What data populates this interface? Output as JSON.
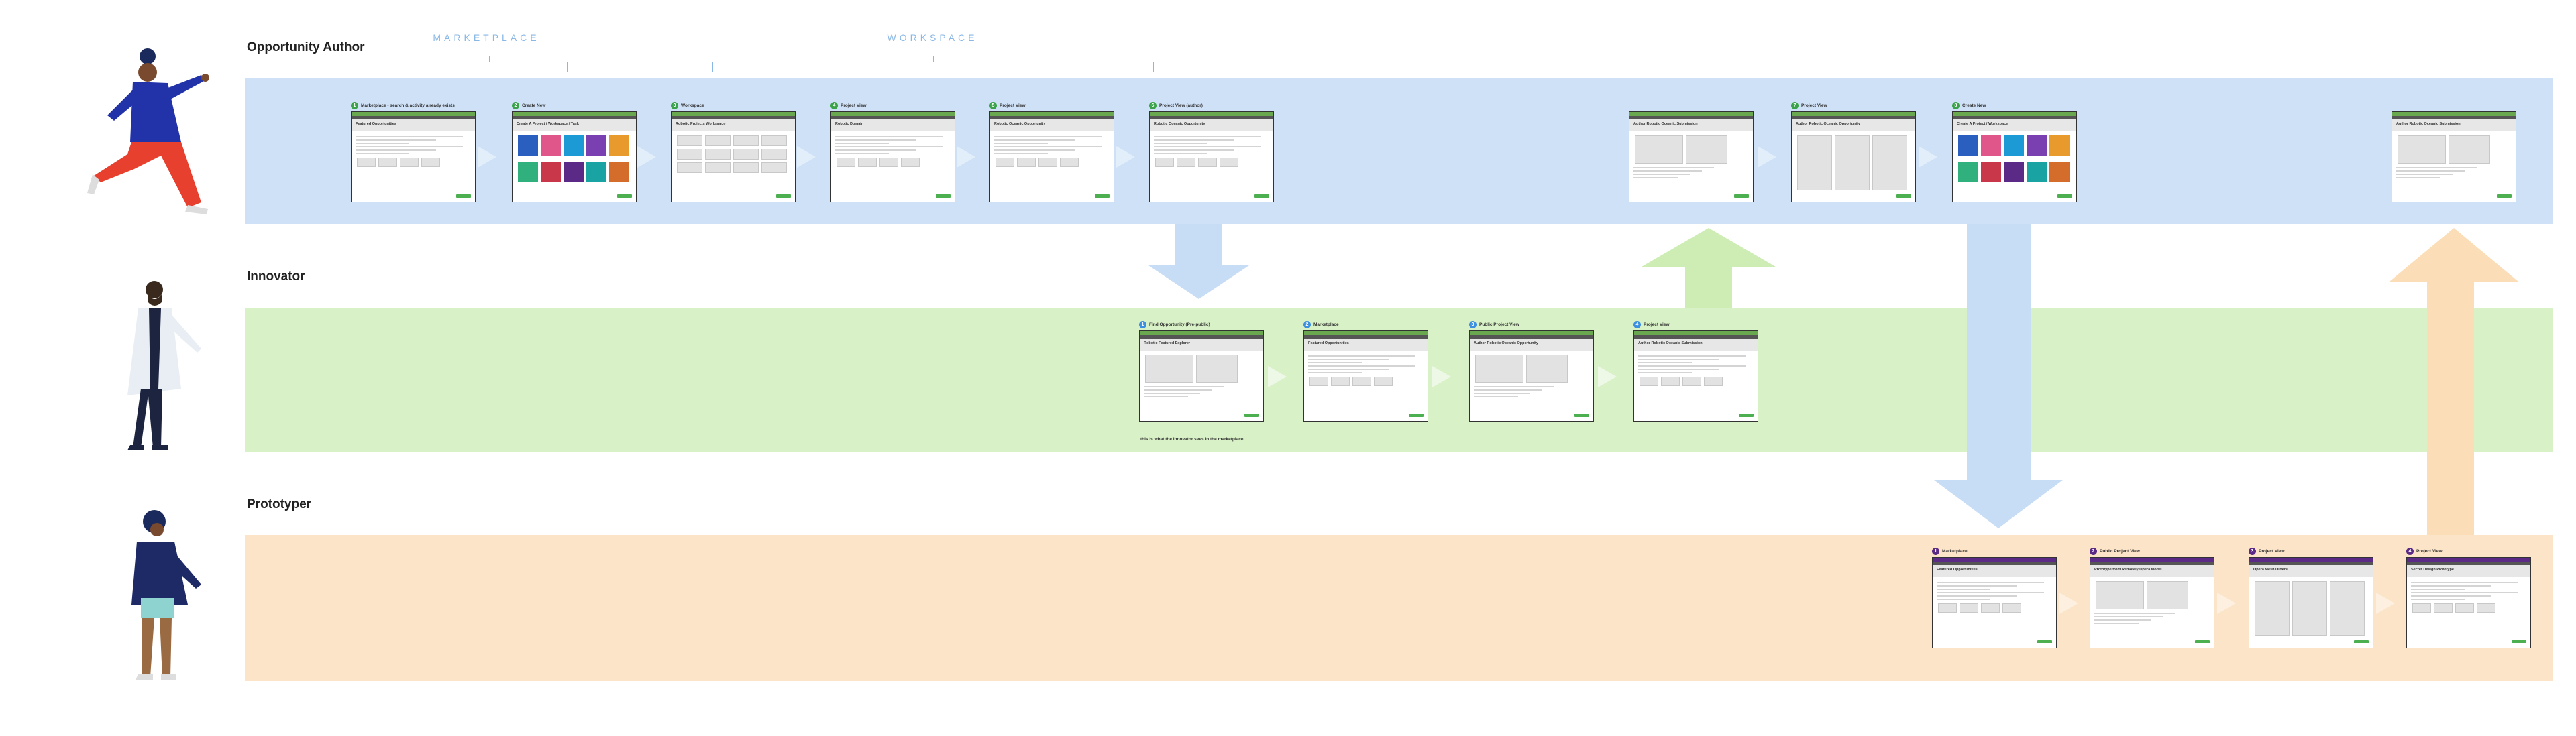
{
  "lanes": {
    "author": "Opportunity Author",
    "innovator": "Innovator",
    "prototyper": "Prototyper"
  },
  "sections": {
    "marketplace": "MARKETPLACE",
    "workspace": "WORKSPACE"
  },
  "author_steps": [
    {
      "num": "1",
      "title": "Marketplace - search & activity already exists",
      "screen": "Featured Opportunities"
    },
    {
      "num": "2",
      "title": "Create New",
      "screen": "Create A Project / Workspace / Task"
    },
    {
      "num": "3",
      "title": "Workspace",
      "screen": "Robotic Projects Workspace"
    },
    {
      "num": "4",
      "title": "Project View",
      "screen": "Robotic Domain"
    },
    {
      "num": "5",
      "title": "Project View",
      "screen": "Robotic Oceanic Opportunity"
    },
    {
      "num": "6",
      "title": "Project View (author)",
      "screen": "Robotic Oceanic Opportunity"
    },
    {
      "num": "",
      "title": "",
      "screen": "Author Robotic Oceanic Submission"
    },
    {
      "num": "7",
      "title": "Project View",
      "screen": "Author Robotic Oceanic Opportunity"
    },
    {
      "num": "8",
      "title": "Create New",
      "screen": "Create A Project / Workspace"
    },
    {
      "num": "",
      "title": "",
      "screen": "Author Robotic Oceanic Submission"
    }
  ],
  "innovator_steps": [
    {
      "num": "1",
      "title": "Find Opportunity (Pre-public)",
      "screen": "Robotic Featured Explorer"
    },
    {
      "num": "2",
      "title": "Marketplace",
      "screen": "Featured Opportunities"
    },
    {
      "num": "3",
      "title": "Public Project View",
      "screen": "Author Robotic Oceanic Opportunity"
    },
    {
      "num": "4",
      "title": "Project View",
      "screen": "Author Robotic Oceanic Submission"
    }
  ],
  "innovator_caption": "this is what the innovator sees in the marketplace",
  "prototyper_steps": [
    {
      "num": "1",
      "title": "Marketplace",
      "screen": "Featured Opportunities"
    },
    {
      "num": "2",
      "title": "Public Project View",
      "screen": "Prototype from Remotely Opera Model"
    },
    {
      "num": "3",
      "title": "Project View",
      "screen": "Opera Mesh Orders"
    },
    {
      "num": "4",
      "title": "Project View",
      "screen": "Secret Design Prototype"
    }
  ],
  "colors": {
    "author_lane": "#cfe1f7",
    "innovator_lane": "#d8f1c6",
    "prototyper_lane": "#fbe4c7",
    "blue_arrow": "#c7dcf5",
    "green_arrow": "#cdedb4",
    "orange_arrow": "#fbddb8"
  }
}
